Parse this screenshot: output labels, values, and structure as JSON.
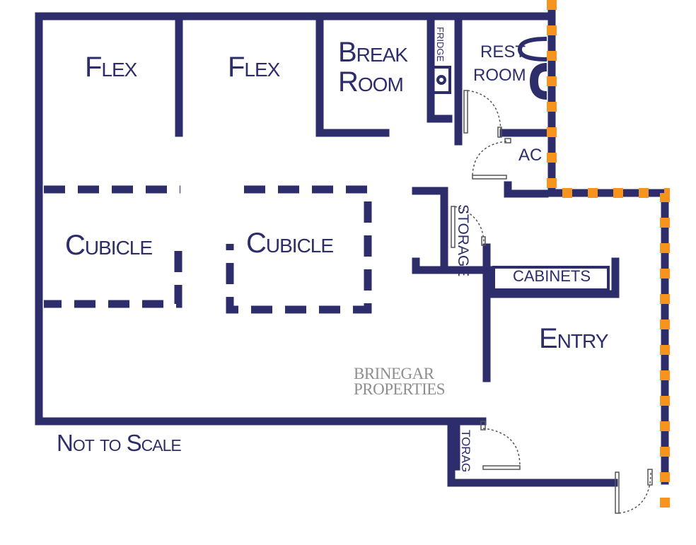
{
  "plan": {
    "rooms": {
      "flex_left": "Flex",
      "flex_right": "Flex",
      "break_room_line1": "Break",
      "break_room_line2": "Room",
      "fridge": "FRIDGE",
      "rest_room_line1": "REST",
      "rest_room_line2": "ROOM",
      "ac": "AC",
      "cubicle_left": "Cubicle",
      "cubicle_right": "Cubicle",
      "storage_upper": "STORAGE",
      "cabinets": "CABINETS",
      "entry": "Entry",
      "storage_lower": "TORAG"
    },
    "watermark_line1": "BRINEGAR",
    "watermark_line2": "PROPERTIES",
    "scale_note": "Not to Scale",
    "colors": {
      "wall": "#2e2d6b",
      "boundary": "#f7941d",
      "door": "#555555",
      "watermark": "#8e8e8e"
    }
  }
}
